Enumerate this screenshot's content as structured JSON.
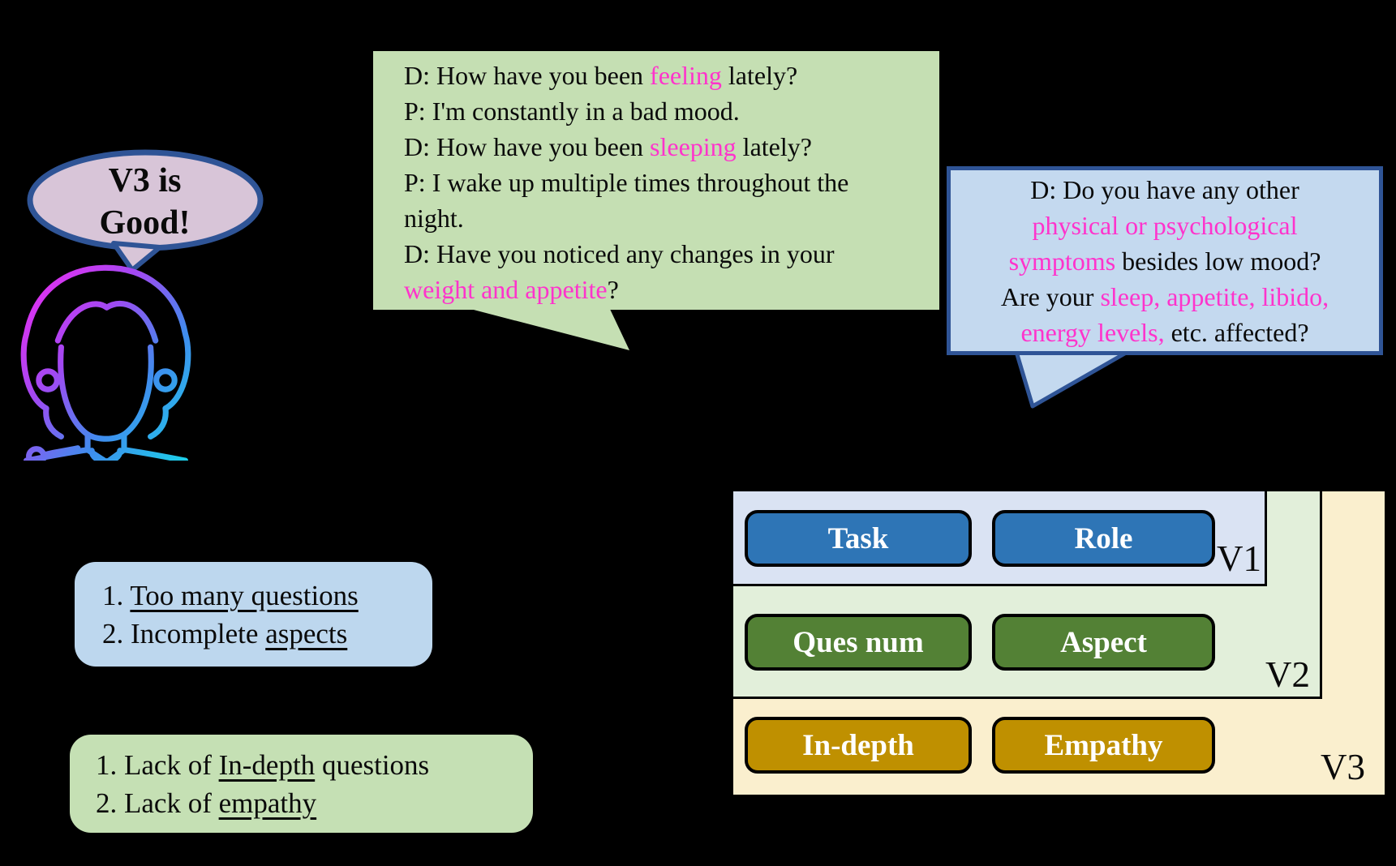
{
  "colors": {
    "background": "#000000",
    "highlight_magenta": "#FF33CC",
    "bubble_green_fill": "#C5DFB3",
    "bubble_blue_fill": "#C4D9EF",
    "bubble_blue_border": "#2F5496",
    "note_blue_fill": "#BDD7EE",
    "note_green_fill": "#C5E0B4",
    "thought_fill": "#D8C5D8",
    "thought_border": "#2F5496",
    "chip_blue": "#2E75B6",
    "chip_green": "#538135",
    "chip_gold": "#BF9000",
    "v1_bg": "#DAE3F3",
    "v2_bg": "#E2EFDA",
    "v3_bg": "#FAEFCE"
  },
  "thought": {
    "l1": "V3 is",
    "l2": "Good!"
  },
  "dialogue_green": {
    "l1a": "D: How have you been ",
    "l1b": "feeling",
    "l1c": " lately?",
    "l2": "P: I'm constantly in a bad mood.",
    "l3a": "D: How have you been ",
    "l3b": "sleeping",
    "l3c": " lately?",
    "l4": "P: I wake up multiple times throughout the",
    "l5": "night.",
    "l6": "D: Have you noticed any changes in your",
    "l7a": "weight and appetite",
    "l7b": "?"
  },
  "dialogue_blue": {
    "l1": "D: Do you have any other",
    "l2": "physical or psychological",
    "l3a": "symptoms",
    "l3b": " besides low mood?",
    "l4a": "Are your ",
    "l4b": "sleep, appetite, libido,",
    "l5a": "energy levels,",
    "l5b": " etc. affected?"
  },
  "critique_blue": {
    "l1_num": "1. ",
    "l1_underlined": "Too many questions",
    "l2_a": "2. Incomplete ",
    "l2_b": "aspects"
  },
  "critique_green": {
    "l1_a": "1. Lack of ",
    "l1_b": "In-depth",
    "l1_c": " questions",
    "l2_a": "2. Lack of ",
    "l2_b": "empathy"
  },
  "versions": {
    "v1": {
      "label": "V1",
      "buttons": [
        "Task",
        "Role"
      ]
    },
    "v2": {
      "label": "V2",
      "buttons": [
        "Ques num",
        "Aspect"
      ]
    },
    "v3": {
      "label": "V3",
      "buttons": [
        "In-depth",
        "Empathy"
      ]
    }
  }
}
